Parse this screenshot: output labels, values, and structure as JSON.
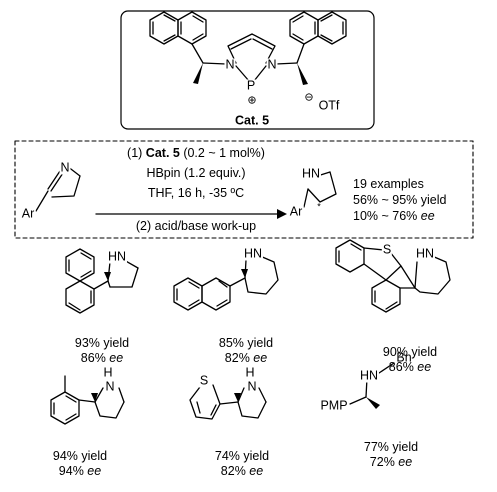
{
  "catalyst": {
    "label": "Cat. 5",
    "atoms": {
      "n_left": "N",
      "n_right": "N",
      "p": "P",
      "plus": "⊕",
      "minus": "⊖",
      "otf": "OTf"
    }
  },
  "conditions": {
    "line1_prefix": "(1) ",
    "line1_cat": "Cat. 5",
    "line1_suffix": " (0.2 ~ 1 mol%)",
    "line2": "HBpin (1.2 equiv.)",
    "line3": "THF, 16 h, -35 ºC",
    "line4": "(2) acid/base work-up"
  },
  "substrate": {
    "n": "N",
    "ar": "Ar"
  },
  "product": {
    "hn": "HN",
    "ar": "Ar",
    "star": "*"
  },
  "summary": {
    "examples": "19 examples",
    "yield_range": "56% ~ 95% yield",
    "ee_value": "10% ~ 76% ",
    "ee_label": "ee"
  },
  "examples": [
    {
      "yield": "93% yield",
      "ee": "86% ",
      "ee_label": "ee",
      "hn": "HN"
    },
    {
      "yield": "85% yield",
      "ee": "82% ",
      "ee_label": "ee",
      "hn": "HN"
    },
    {
      "yield": "90% yield",
      "ee": "86% ",
      "ee_label": "ee",
      "hn": "HN",
      "s": "S"
    },
    {
      "yield": "94% yield",
      "ee": "94% ",
      "ee_label": "ee",
      "hn": "H",
      "n": "N"
    },
    {
      "yield": "74% yield",
      "ee": "82% ",
      "ee_label": "ee",
      "hn": "H",
      "n": "N",
      "s": "S"
    },
    {
      "yield": "77% yield",
      "ee": "72% ",
      "ee_label": "ee",
      "hn": "HN",
      "bn": "Bn",
      "pmp": "PMP"
    }
  ]
}
